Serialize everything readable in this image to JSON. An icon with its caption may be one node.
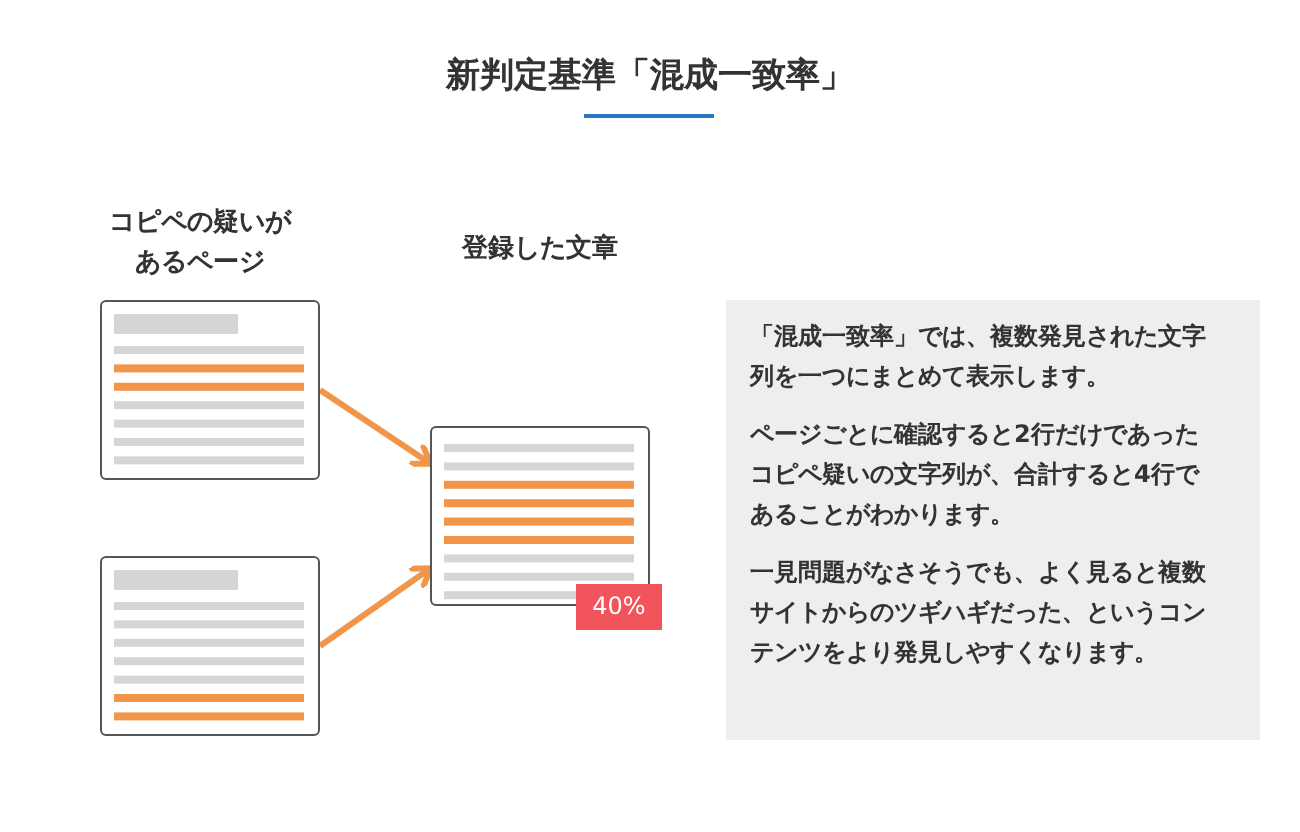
{
  "diagram": {
    "title": "新判定基準「混成一致率」",
    "nodes": [
      {
        "text": [],
        "shape": "picture"
      },
      {
        "text": [],
        "shape": "picture"
      },
      {
        "text": [],
        "shape": "picture"
      },
      {
        "text": [
          "40%"
        ]
      },
      {
        "text": [
          "「混成一致率」では、複数発見された文字列を一つにまとめて表示します。",
          "ページごとに確認すると2行だけであったコピペ疑いの文字列が、合計すると4行であることがわかります。",
          "一見問題がなさそうでも、よく見ると複数サイトからのツギハギだった、というコンテンツをより発見しやすくなります。"
        ]
      }
    ],
    "edges": [
      {
        "from": 0,
        "to": 2,
        "arrow": "to"
      },
      {
        "from": 1,
        "to": 2,
        "arrow": "to"
      }
    ],
    "labels": [
      "コピペの疑いがあるページ",
      "登録した文章"
    ]
  }
}
